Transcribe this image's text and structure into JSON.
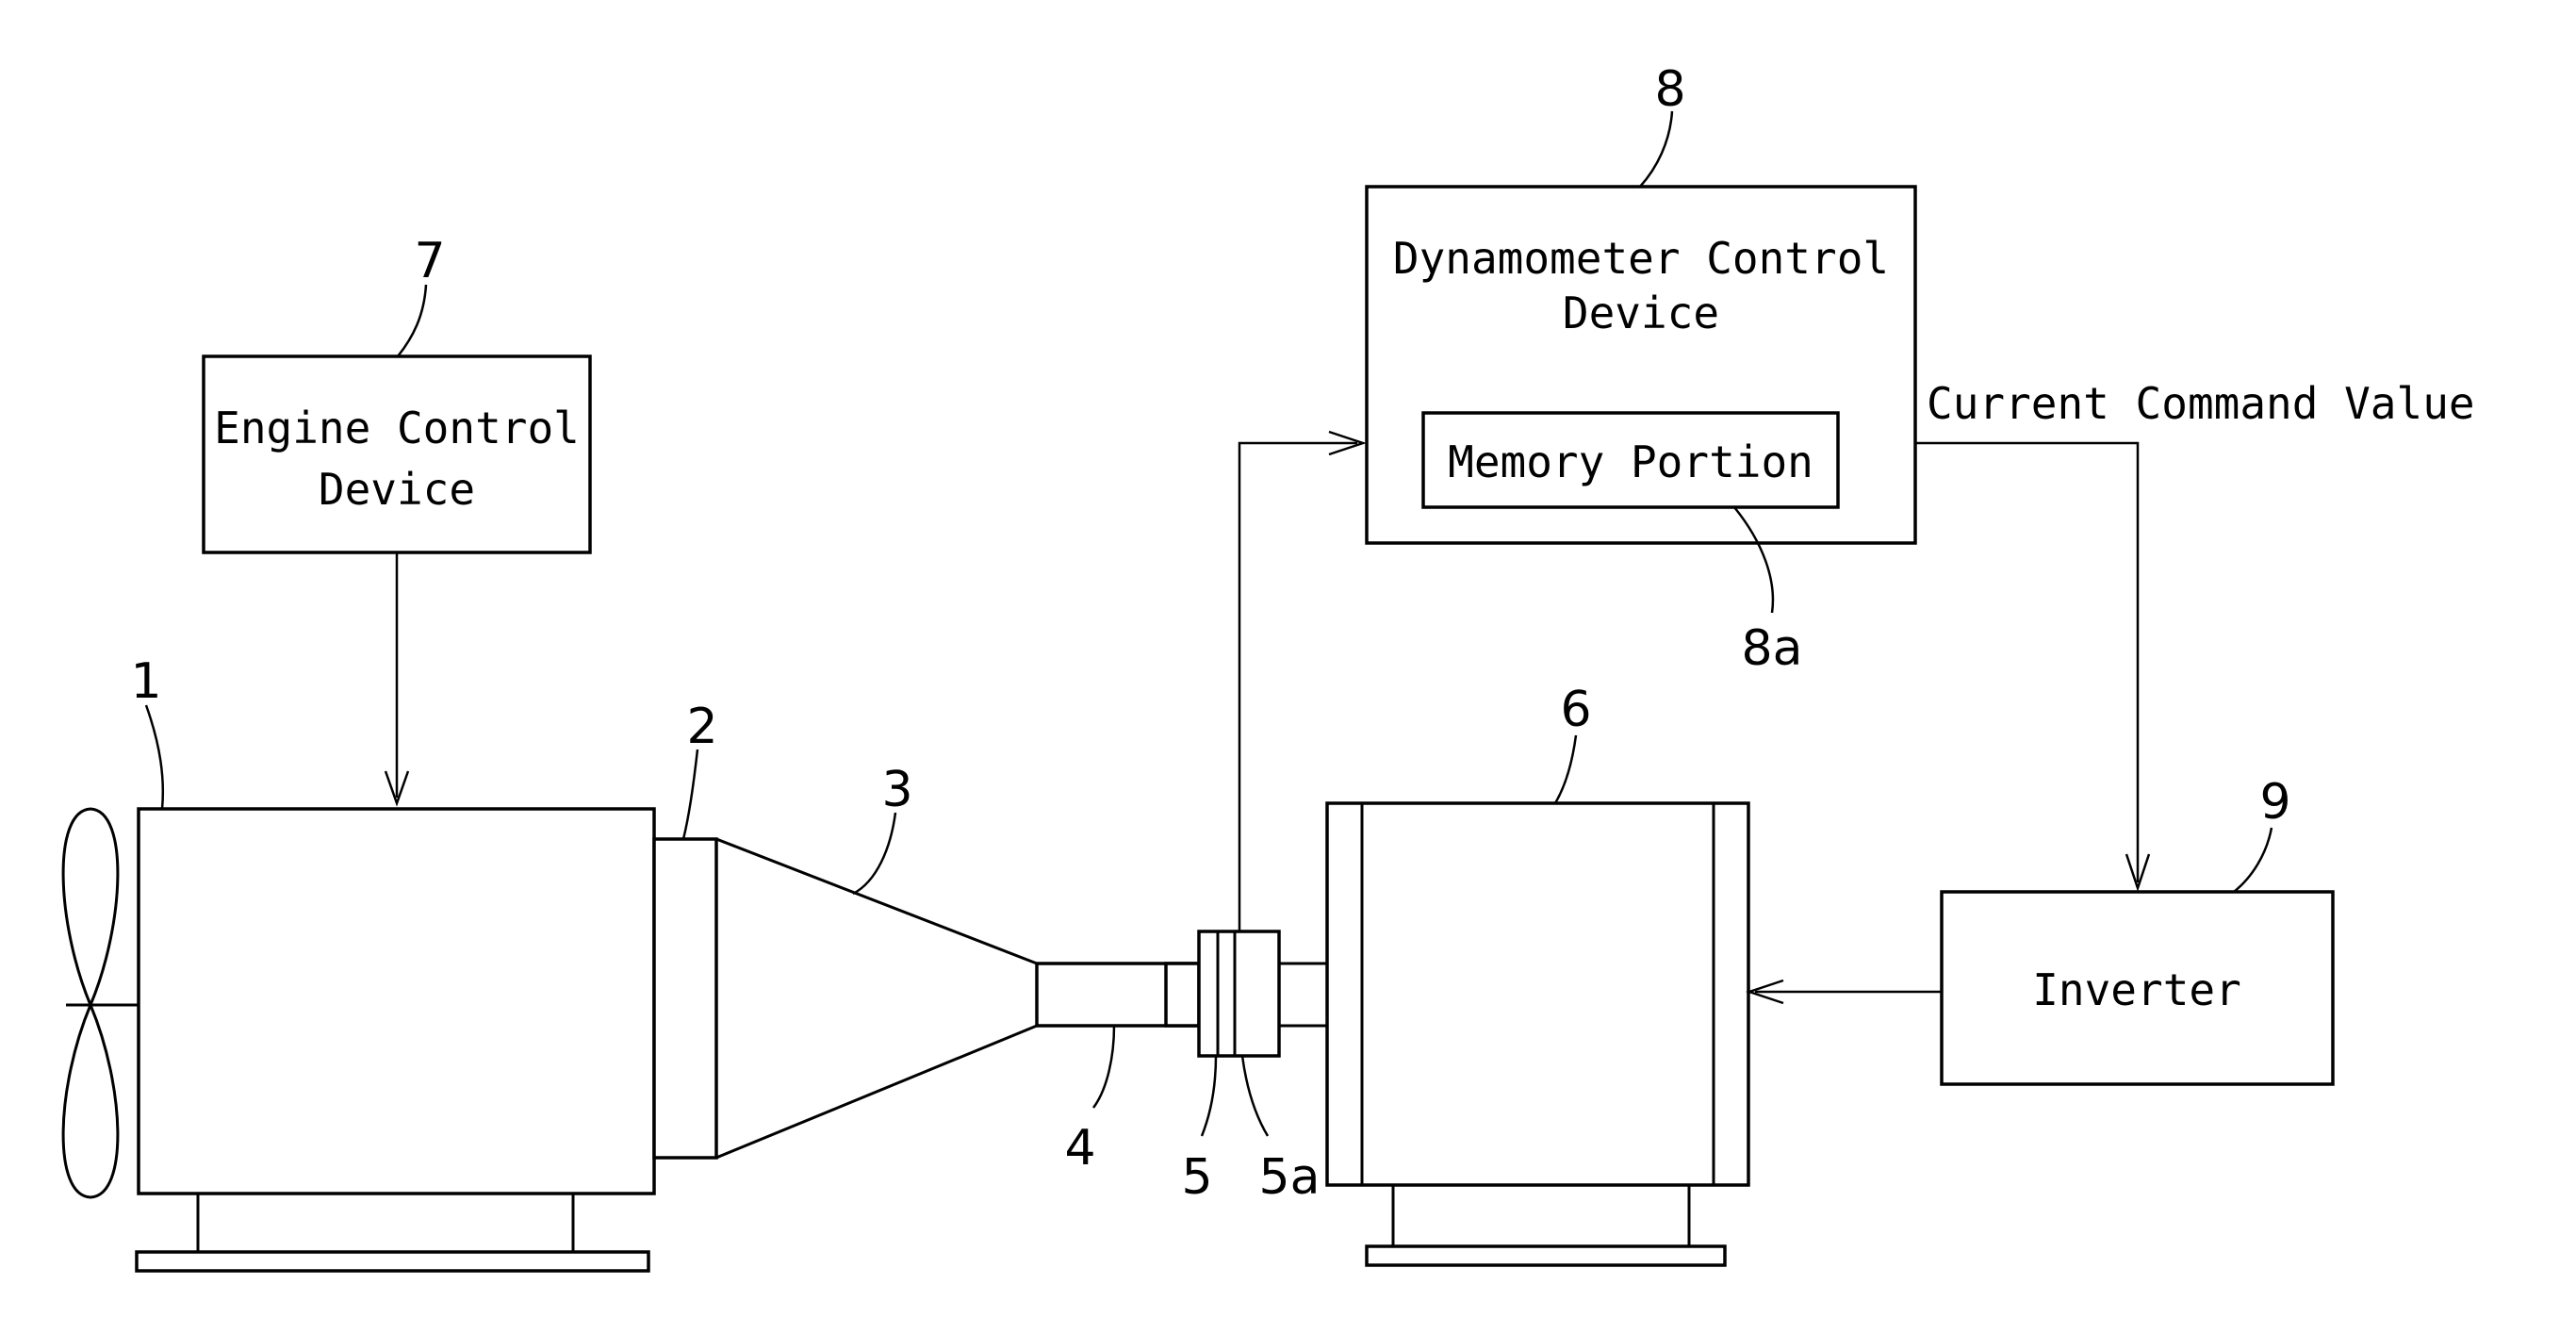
{
  "blocks": {
    "engine_control": {
      "line1": "Engine Control",
      "line2": "Device"
    },
    "dynamometer_control": {
      "line1": "Dynamometer Control",
      "line2": "Device"
    },
    "memory_portion": "Memory Portion",
    "inverter": "Inverter"
  },
  "signals": {
    "current_command": "Current Command Value"
  },
  "reference_numerals": {
    "engine": "1",
    "flange": "2",
    "transmission": "3",
    "shaft": "4",
    "torque_meter": "5",
    "torque_meter_part": "5a",
    "dynamometer": "6",
    "engine_control_device": "7",
    "dynamometer_control_device": "8",
    "memory_portion": "8a",
    "inverter": "9"
  }
}
